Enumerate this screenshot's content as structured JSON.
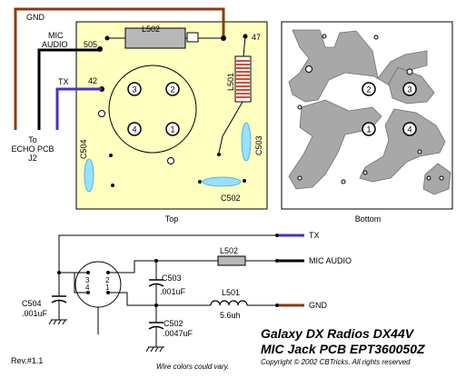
{
  "wires": {
    "gnd": "GND",
    "mic_audio_line1": "MIC",
    "mic_audio_line2": "AUDIO",
    "tx": "TX",
    "to_line1": "To",
    "to_line2": "ECHO PCB",
    "to_line3": "J2"
  },
  "pcb_top": {
    "label": "Top",
    "pads": {
      "gnd": "47",
      "mic": "505",
      "tx": "42"
    },
    "pins": [
      "3",
      "2",
      "4",
      "1"
    ],
    "components": {
      "l502": "L502",
      "l501": "L501",
      "c504": "C504",
      "c503": "C503",
      "c502": "C502"
    }
  },
  "pcb_bottom": {
    "label": "Bottom",
    "pins": [
      "2",
      "3",
      "1",
      "4"
    ]
  },
  "schematic": {
    "tx": "TX",
    "mic_audio": "MIC AUDIO",
    "gnd": "GND",
    "jack_pins": [
      "3",
      "2",
      "4",
      "1"
    ],
    "l502": "L502",
    "l501": "L501",
    "l501_value": "5.6uh",
    "c503": "C503",
    "c503_value": ".001uF",
    "c504": "C504",
    "c504_value": ".001uF",
    "c502": "C502",
    "c502_value": ".0047uF",
    "wire_note": "Wire colors could vary."
  },
  "footer": {
    "title_line1": "Galaxy DX Radios DX44V",
    "title_line2": "MIC Jack PCB  EPT360050Z",
    "copyright": "Copyright © 2002 CBTricks. All rights reserved",
    "revision": "Rev.#1.1"
  },
  "colors": {
    "gnd_wire": "#8b3a10",
    "mic_wire": "#000000",
    "tx_wire": "#4433cc",
    "pcb_top": "#ffffc0",
    "pcb_bottom": "#ffffff",
    "copper": "#a8a8a8",
    "cap_fill": "#99e0ff",
    "coil": "#cc2200"
  }
}
